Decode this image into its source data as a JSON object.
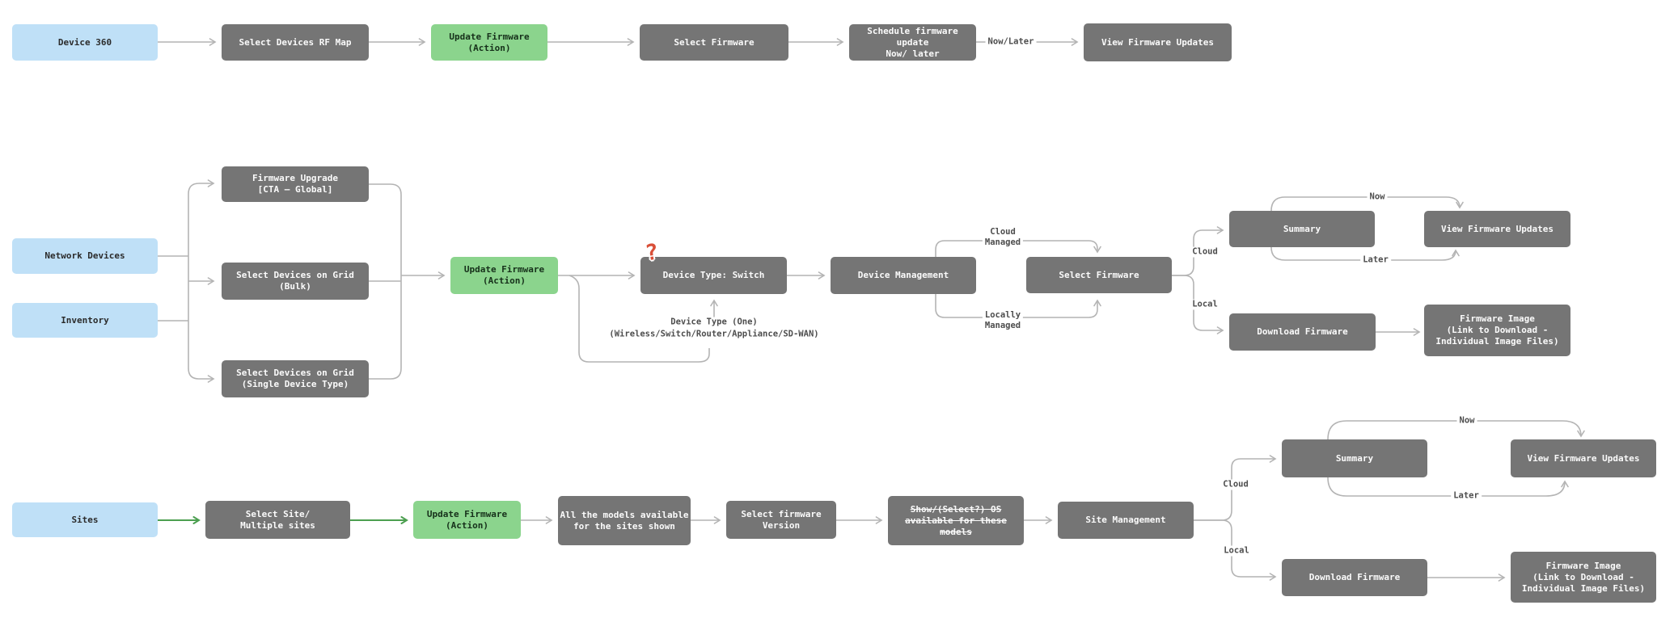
{
  "colors": {
    "node_gray": "#757575",
    "node_blue": "#bfe0f7",
    "node_green": "#8bd48d",
    "edge_gray": "#b4b4b4",
    "edge_green": "#4c9f50",
    "edge_label_text": "#4d4d4d",
    "question_mark": "#d94f38"
  },
  "question_icon": {
    "glyph": "?"
  },
  "nodes": [
    {
      "id": "device-360",
      "type": "blue",
      "label": "Device 360"
    },
    {
      "id": "select-devices-rf-map",
      "type": "gray",
      "label": "Select Devices RF Map"
    },
    {
      "id": "update-firmware-action-1",
      "type": "green",
      "label": "Update Firmware\n(Action)"
    },
    {
      "id": "select-firmware-top",
      "type": "gray",
      "label": "Select Firmware"
    },
    {
      "id": "schedule-firmware-update",
      "type": "gray",
      "label": "Schedule firmware update\nNow/ later"
    },
    {
      "id": "view-firmware-updates-top",
      "type": "gray",
      "label": "View Firmware Updates"
    },
    {
      "id": "firmware-upgrade-cta",
      "type": "gray",
      "label": "Firmware Upgrade\n[CTA – Global]"
    },
    {
      "id": "network-devices",
      "type": "blue",
      "label": "Network Devices"
    },
    {
      "id": "select-devices-grid-bulk",
      "type": "gray",
      "label": "Select Devices on Grid\n(Bulk)"
    },
    {
      "id": "inventory",
      "type": "blue",
      "label": "Inventory"
    },
    {
      "id": "select-devices-grid-single",
      "type": "gray",
      "label": "Select Devices on Grid\n(Single Device Type)"
    },
    {
      "id": "update-firmware-action-2",
      "type": "green",
      "label": "Update Firmware\n(Action)"
    },
    {
      "id": "device-type-switch",
      "type": "gray",
      "label": "Device Type: Switch"
    },
    {
      "id": "device-management",
      "type": "gray",
      "label": "Device Management"
    },
    {
      "id": "select-firmware-mid",
      "type": "gray",
      "label": "Select Firmware"
    },
    {
      "id": "summary-mid",
      "type": "gray",
      "label": "Summary"
    },
    {
      "id": "view-firmware-updates-mid",
      "type": "gray",
      "label": "View Firmware Updates"
    },
    {
      "id": "download-firmware-mid",
      "type": "gray",
      "label": "Download Firmware"
    },
    {
      "id": "firmware-image-mid",
      "type": "gray",
      "label": "Firmware Image\n(Link to Download -\nIndividual Image Files)"
    },
    {
      "id": "sites",
      "type": "blue",
      "label": "Sites"
    },
    {
      "id": "select-site",
      "type": "gray",
      "label": "Select Site/\nMultiple sites"
    },
    {
      "id": "update-firmware-action-3",
      "type": "green",
      "label": "Update Firmware\n(Action)"
    },
    {
      "id": "all-models-available",
      "type": "gray",
      "label": "All the models available\nfor the sites shown"
    },
    {
      "id": "select-firmware-version",
      "type": "gray",
      "label": "Select firmware\nVersion"
    },
    {
      "id": "show-select-os",
      "type": "gray",
      "label": "Show/(Select?) OS\navailable for these models",
      "strike": true
    },
    {
      "id": "site-management",
      "type": "gray",
      "label": "Site Management"
    },
    {
      "id": "summary-bottom",
      "type": "gray",
      "label": "Summary"
    },
    {
      "id": "view-firmware-updates-bottom",
      "type": "gray",
      "label": "View Firmware Updates"
    },
    {
      "id": "download-firmware-bottom",
      "type": "gray",
      "label": "Download Firmware"
    },
    {
      "id": "firmware-image-bottom",
      "type": "gray",
      "label": "Firmware Image\n(Link to Download -\nIndividual Image Files)"
    }
  ],
  "edge_labels": [
    {
      "id": "now-later-top",
      "text": "Now/Later"
    },
    {
      "id": "cloud-managed",
      "text": "Cloud\nManaged"
    },
    {
      "id": "locally-managed",
      "text": "Locally\nManaged"
    },
    {
      "id": "cloud-mid",
      "text": "Cloud"
    },
    {
      "id": "local-mid",
      "text": "Local"
    },
    {
      "id": "device-type-one",
      "text": "Device Type (One)"
    },
    {
      "id": "device-type-one-options",
      "text": "(Wireless/Switch/Router/Appliance/SD-WAN)"
    },
    {
      "id": "now-mid",
      "text": "Now"
    },
    {
      "id": "later-mid",
      "text": "Later"
    },
    {
      "id": "cloud-bottom",
      "text": "Cloud"
    },
    {
      "id": "local-bottom",
      "text": "Local"
    },
    {
      "id": "now-bottom",
      "text": "Now"
    },
    {
      "id": "later-bottom",
      "text": "Later"
    }
  ]
}
